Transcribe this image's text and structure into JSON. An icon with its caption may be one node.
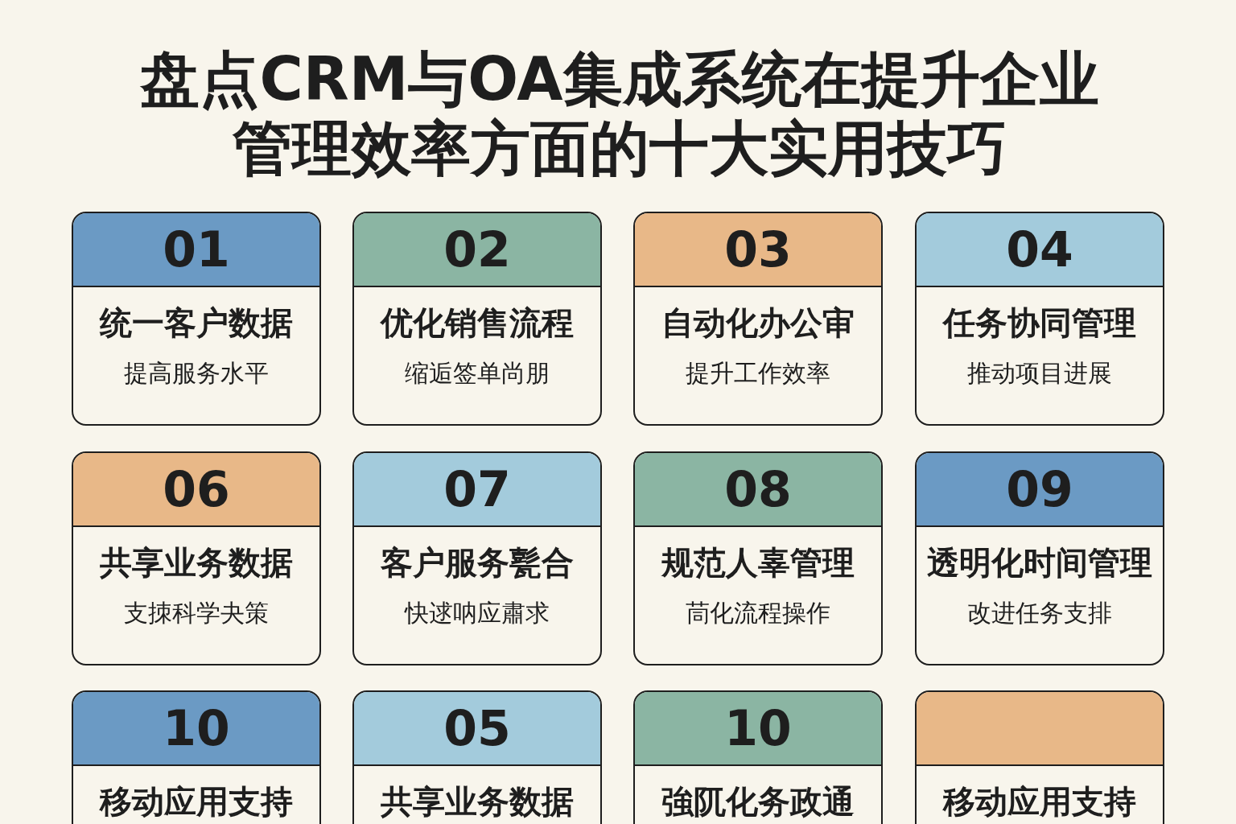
{
  "diagram": {
    "title": "盘点CRM与OA集成系统在提升企业管理效率方面的十大实用技巧",
    "nodes": [
      {
        "text": [
          "01",
          "统一客户数据",
          "提高服务水平"
        ]
      },
      {
        "text": [
          "02",
          "优化销售流程",
          "缩逅签单尚朋"
        ]
      },
      {
        "text": [
          "03",
          "自动化办公审",
          "提升工作效率"
        ]
      },
      {
        "text": [
          "04",
          "任务协同管理",
          "推动项目进展"
        ]
      },
      {
        "text": [
          "06",
          "共享业务数据",
          "支拺科学夬策"
        ]
      },
      {
        "text": [
          "07",
          "客户服务甏合",
          "快逑呐应肅求"
        ]
      },
      {
        "text": [
          "08",
          "规范人辜管理",
          "茼化流程操作"
        ]
      },
      {
        "text": [
          "09",
          "透明化时间管理",
          "改进任务支排"
        ]
      },
      {
        "text": [
          "10",
          "移动应用支持"
        ]
      },
      {
        "text": [
          "05",
          "共享业务数据"
        ]
      },
      {
        "text": [
          "10",
          "強阢化务政通"
        ]
      },
      {
        "text": [
          "移动应用支持"
        ]
      }
    ]
  }
}
